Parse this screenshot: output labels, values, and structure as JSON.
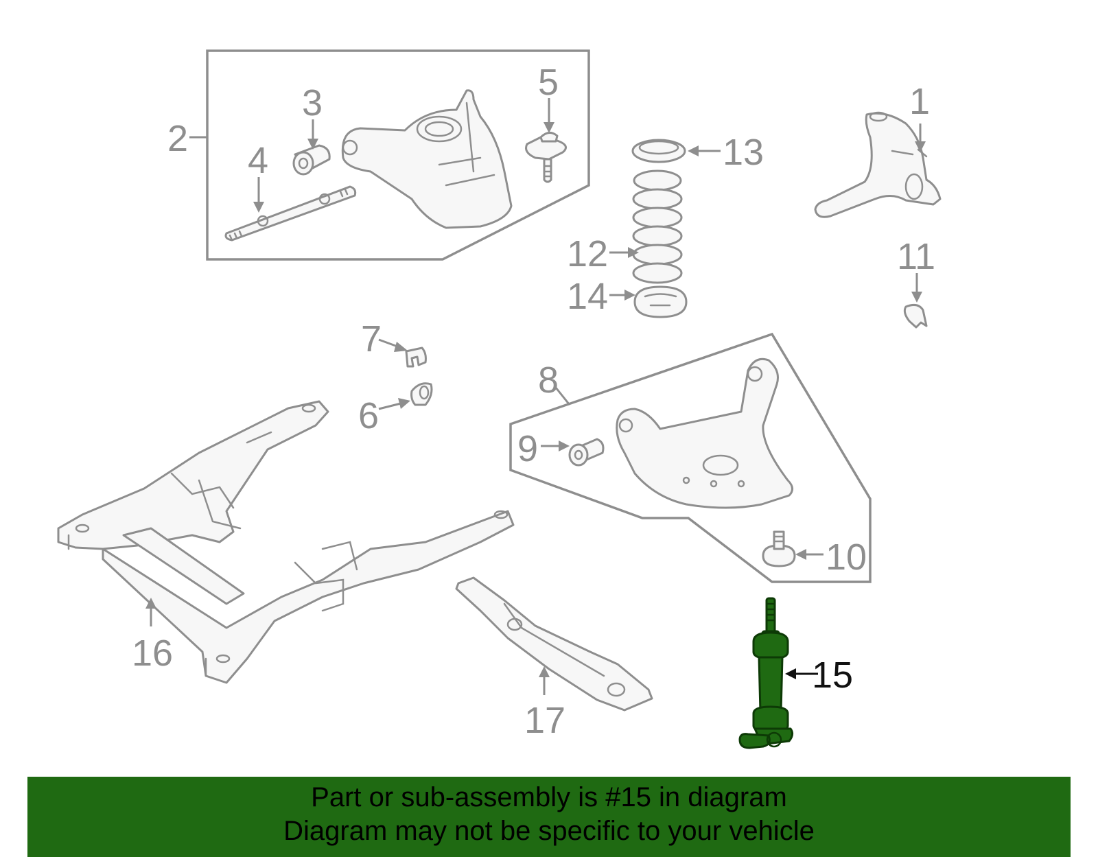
{
  "callouts": {
    "c1": "1",
    "c2": "2",
    "c3": "3",
    "c4": "4",
    "c5": "5",
    "c6": "6",
    "c7": "7",
    "c8": "8",
    "c9": "9",
    "c10": "10",
    "c11": "11",
    "c12": "12",
    "c13": "13",
    "c14": "14",
    "c15": "15",
    "c16": "16",
    "c17": "17"
  },
  "banner": {
    "line1": "Part or sub-assembly is #15 in diagram",
    "line2": "Diagram may not be specific to your vehicle"
  },
  "colors": {
    "highlight": "#1f6a12",
    "banner": "#1f6a12",
    "outline": "#8e8e8e"
  }
}
